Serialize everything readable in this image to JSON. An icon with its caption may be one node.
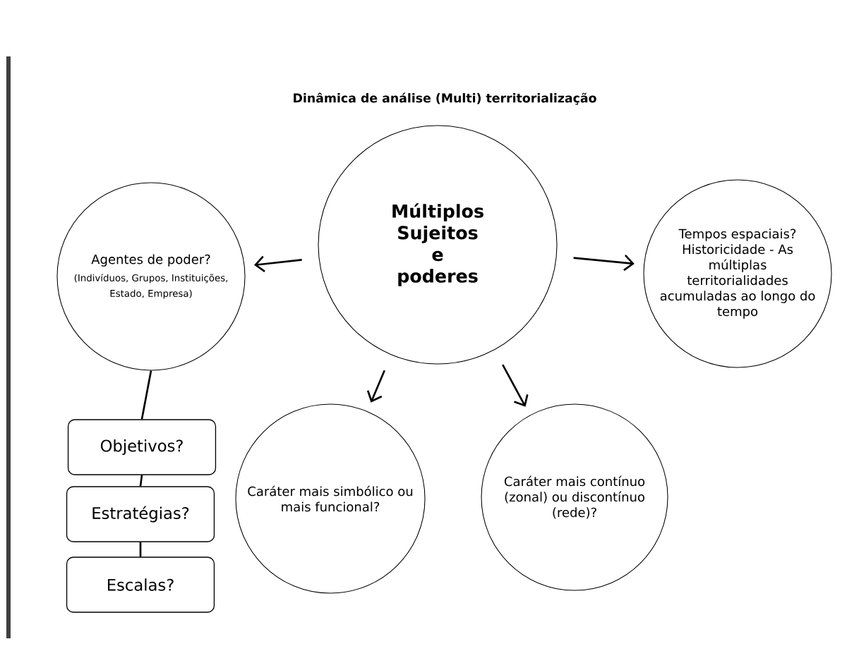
{
  "diagram": {
    "title": "Dinâmica de análise (Multi) territorialização",
    "nodes": [
      {
        "text": [
          "Múltiplos Sujeitos e poderes"
        ]
      },
      {
        "text": [
          "Agentes de poder?",
          "(Indivíduos, Grupos, Instituições, Estado, Empresa)"
        ]
      },
      {
        "text": [
          "Tempos espaciais? Historicidade - As múltiplas territorialidades acumuladas ao longo do tempo"
        ]
      },
      {
        "text": [
          "Objetivos?"
        ]
      },
      {
        "text": [
          "Estratégias?"
        ]
      },
      {
        "text": [
          "Escalas?"
        ]
      },
      {
        "text": [
          "Caráter mais simbólico ou mais funcional?"
        ]
      },
      {
        "text": [
          "Caráter mais contínuo (zonal) ou discontínuo (rede)?"
        ]
      }
    ],
    "edges": [
      {
        "from": 0,
        "to": 1,
        "arrow": "to"
      },
      {
        "from": 0,
        "to": 2,
        "arrow": "to"
      },
      {
        "from": 0,
        "to": 6,
        "arrow": "to"
      },
      {
        "from": 0,
        "to": 7,
        "arrow": "to"
      },
      {
        "from": 1,
        "to": 3,
        "arrow": "none"
      },
      {
        "from": 3,
        "to": 4,
        "arrow": "none"
      },
      {
        "from": 4,
        "to": 5,
        "arrow": "none"
      }
    ]
  }
}
